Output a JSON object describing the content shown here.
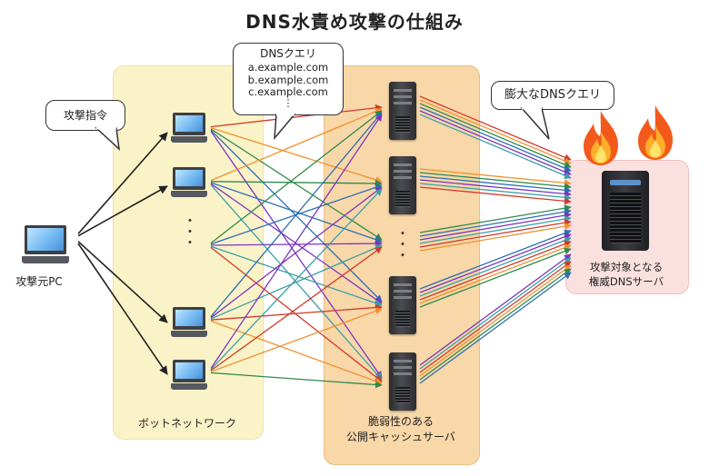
{
  "title": "DNS水責め攻撃の仕組み",
  "attacker": {
    "label": "攻撃元PC"
  },
  "command_bubble": {
    "text": "攻撃指令"
  },
  "botnet": {
    "label": "ボットネットワーク",
    "vertical_ellipsis": "・\n・\n・"
  },
  "query_bubble": {
    "title": "DNSクエリ",
    "lines": [
      "a.example.com",
      "b.example.com",
      "c.example.com"
    ],
    "more": "⋮"
  },
  "cache_servers": {
    "label_line1": "脆弱性のある",
    "label_line2": "公開キャッシュサーバ",
    "vertical_ellipsis": "・\n・\n・"
  },
  "huge_query_bubble": {
    "text": "膨大なDNSクエリ"
  },
  "target": {
    "label_line1": "攻撃対象となる",
    "label_line2": "権威DNSサーバ"
  },
  "colors": {
    "arrow_black": "#222222",
    "arrow_palette": [
      "#d23a2a",
      "#f0902e",
      "#2f8a4a",
      "#2d6fb3",
      "#7a35c0",
      "#3aa0a8"
    ],
    "botnet_zone": "#fbf3c8",
    "cache_zone": "#f8d7a8",
    "target_zone": "#fbe0e0"
  },
  "icons": [
    "desktop-pc-icon",
    "tower-server-icon",
    "nas-server-icon",
    "flame-icon"
  ]
}
